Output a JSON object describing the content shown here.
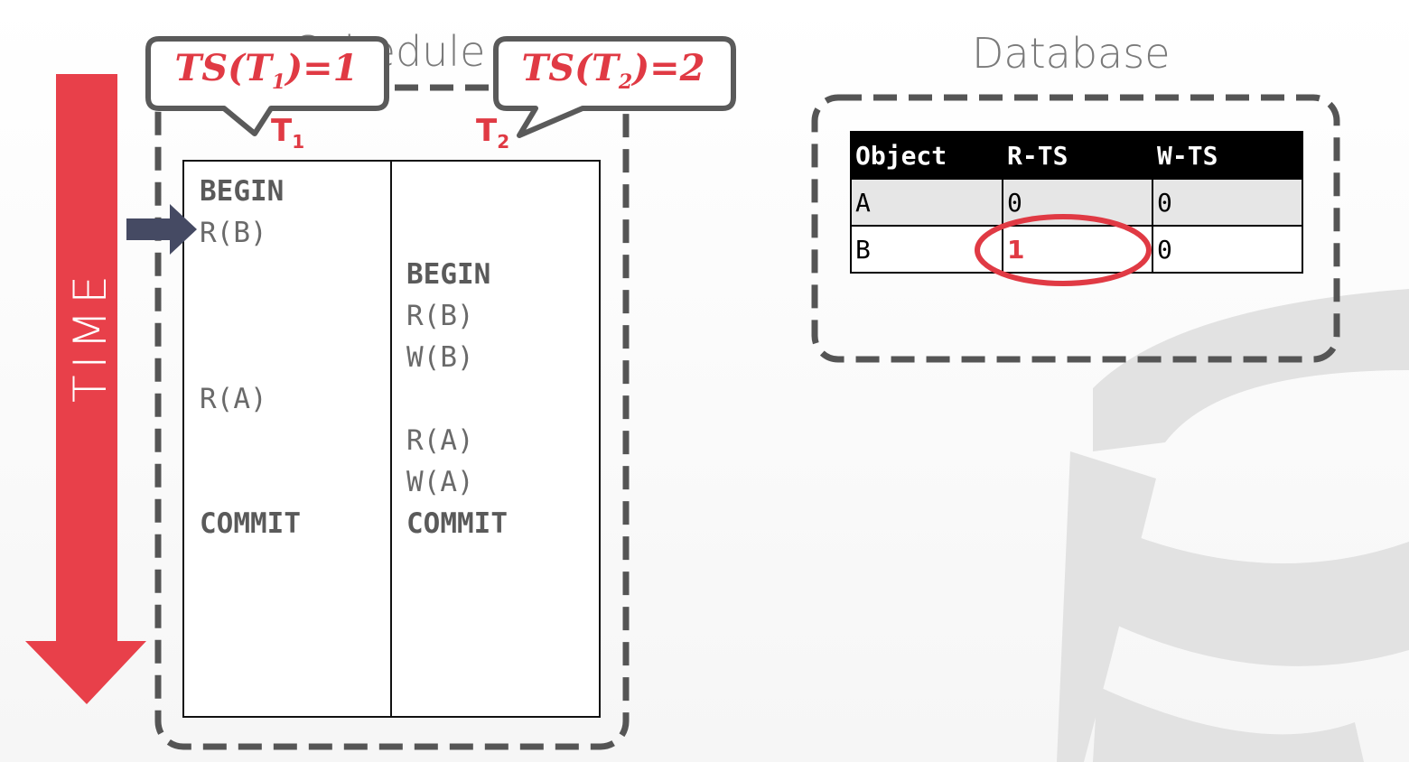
{
  "titles": {
    "schedule": "Schedule",
    "database": "Database"
  },
  "time_arrow": {
    "label": "TIME",
    "color": "#e8404a"
  },
  "callouts": {
    "t1_prefix": "TS(T",
    "t1_sub": "1",
    "t1_suffix": ")=1",
    "t2_prefix": "TS(T",
    "t2_sub": "2",
    "t2_suffix": ")=2"
  },
  "transactions": {
    "t1": {
      "letter": "T",
      "sub": "1"
    },
    "t2": {
      "letter": "T",
      "sub": "2"
    }
  },
  "schedule": {
    "t1_ops": [
      "BEGIN",
      "R(B)",
      "R(A)",
      "COMMIT"
    ],
    "t2_ops": [
      "BEGIN",
      "R(B)",
      "W(B)",
      "R(A)",
      "W(A)",
      "COMMIT"
    ],
    "current_step": "R(B)"
  },
  "database_table": {
    "headers": [
      "Object",
      "R-TS",
      "W-TS"
    ],
    "rows": [
      [
        "A",
        "0",
        "0"
      ],
      [
        "B",
        "1",
        "0"
      ]
    ],
    "highlighted_cell": "B R-TS"
  },
  "colors": {
    "accent_red": "#e8404a",
    "text_red": "#e03a44",
    "pointer": "#454a63",
    "dashed_border": "#555555"
  }
}
